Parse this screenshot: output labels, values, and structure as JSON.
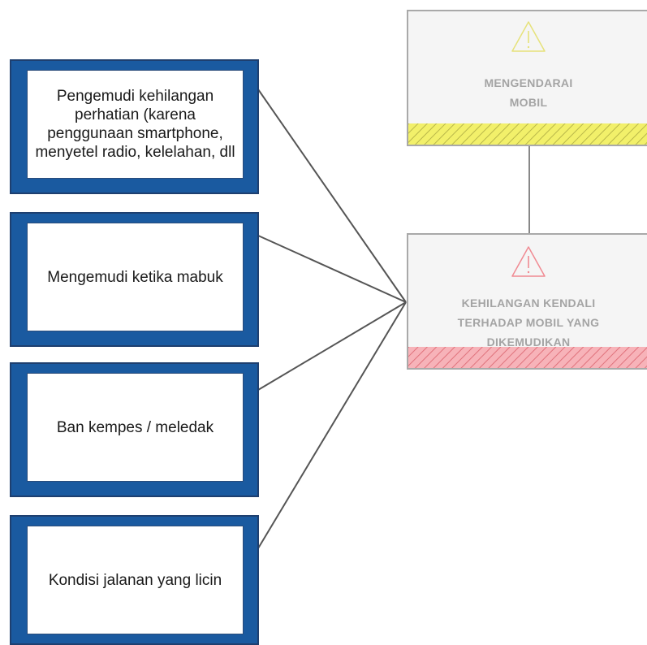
{
  "causes": [
    {
      "text": "Pengemudi kehilangan perhatian (karena penggunaan smartphone, menyetel radio, kelelahan, dll"
    },
    {
      "text": "Mengemudi ketika mabuk"
    },
    {
      "text": "Ban kempes / meledak"
    },
    {
      "text": "Kondisi jalanan yang licin"
    }
  ],
  "events": {
    "top": {
      "label": "MENGENDARAI MOBIL",
      "icon": "warning-icon",
      "stripe_color": "#e8e84a"
    },
    "main": {
      "label": "KEHILANGAN KENDALI TERHADAP MOBIL YANG DIKEMUDIKAN",
      "icon": "warning-icon",
      "stripe_color": "#f0909a"
    }
  },
  "colors": {
    "cause_border": "#1a5aa0",
    "connector": "#555555"
  }
}
